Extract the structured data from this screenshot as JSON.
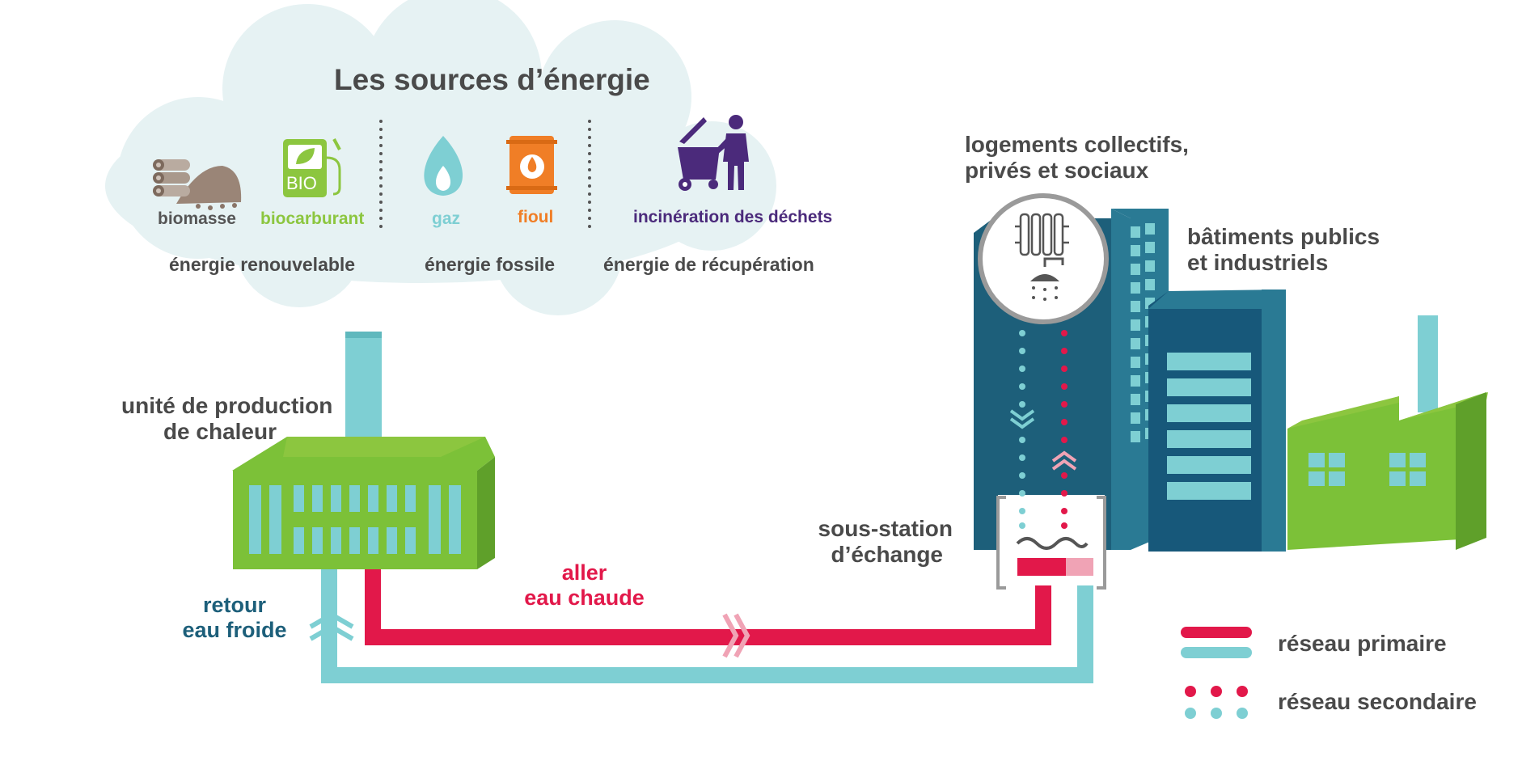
{
  "cloud": {
    "title": "Les sources d’énergie",
    "sources": [
      {
        "label": "biomasse",
        "icon": "biomass-icon"
      },
      {
        "label": "biocarburant",
        "icon": "biofuel-pump-icon",
        "icon_text": "BIO"
      },
      {
        "label": "gaz",
        "icon": "gas-flame-icon"
      },
      {
        "label": "fioul",
        "icon": "oil-barrel-icon"
      },
      {
        "label": "incinération des déchets",
        "icon": "waste-incineration-icon"
      }
    ],
    "categories": [
      "énergie renouvelable",
      "énergie fossile",
      "énergie de récupération"
    ]
  },
  "labels": {
    "production_1": "unité de production",
    "production_2": "de chaleur",
    "logements_1": "logements collectifs,",
    "logements_2": "privés et sociaux",
    "batiments_1": "bâtiments publics",
    "batiments_2": "et industriels",
    "sous_station_1": "sous-station",
    "sous_station_2": "d’échange",
    "retour_1": "retour",
    "retour_2": "eau froide",
    "aller_1": "aller",
    "aller_2": "eau chaude"
  },
  "legend": {
    "primary": "réseau primaire",
    "secondary": "réseau secondaire"
  },
  "colors": {
    "hot": "#e2184a",
    "cold": "#7ecfd3",
    "green": "#8cc63f",
    "dark_blue": "#1d5f7a",
    "orange": "#f07e26",
    "purple": "#4b2a7b",
    "cloud": "#e6f2f3",
    "text": "#4a4a4a"
  }
}
